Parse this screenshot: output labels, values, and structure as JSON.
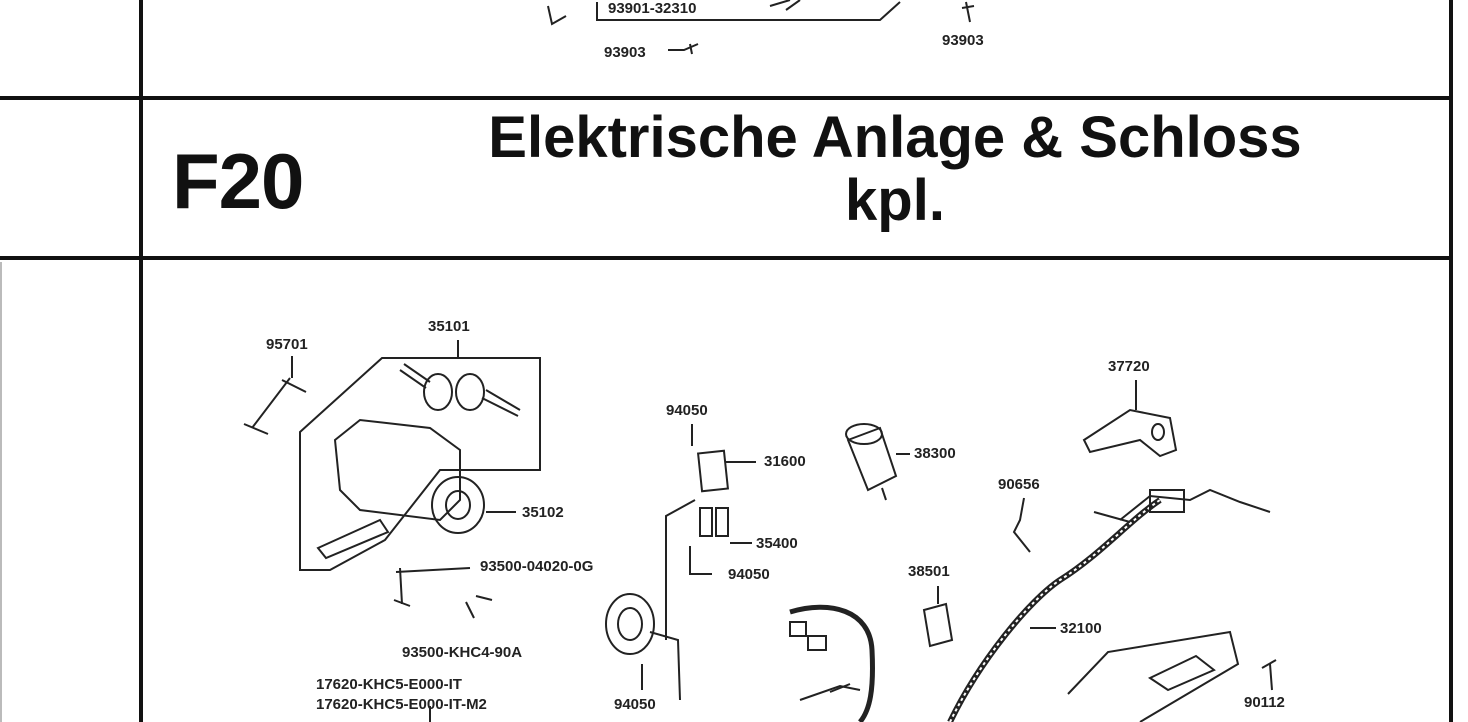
{
  "section": {
    "code": "F20",
    "title_line1": "Elektrische Anlage & Schloss",
    "title_line2": "kpl."
  },
  "top_parts": {
    "boxed": "93901-32310",
    "left_screw": "93903",
    "right_screw": "93903"
  },
  "parts": {
    "p95701": "95701",
    "p35101": "35101",
    "p35102": "35102",
    "p93500a": "93500-04020-0G",
    "p93500b": "93500-KHC4-90A",
    "p17620a": "17620-KHC5-E000-IT",
    "p17620b": "17620-KHC5-E000-IT-M2",
    "p94050a": "94050",
    "p31600": "31600",
    "p35400": "35400",
    "p94050b": "94050",
    "p94050c": "94050",
    "p38300": "38300",
    "p37720": "37720",
    "p90656": "90656",
    "p38501": "38501",
    "p32100": "32100",
    "p90112": "90112"
  }
}
